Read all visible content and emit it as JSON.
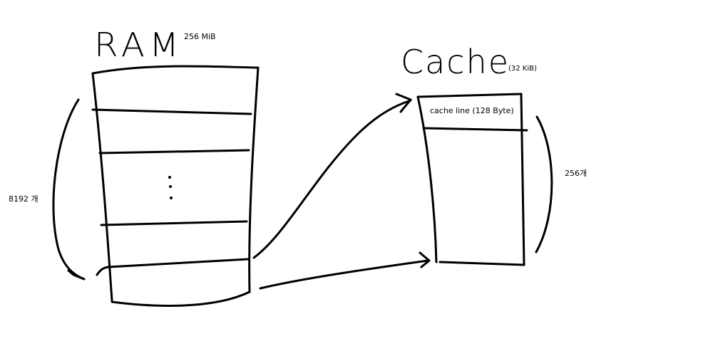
{
  "ram": {
    "title": "RAM",
    "size": "256 MiB",
    "count": "8192 개"
  },
  "cache": {
    "title": "Cache",
    "size": "(32 KiB)",
    "line_label": "cache line (128 Byte)",
    "count": "256개"
  },
  "colors": {
    "stroke": "#000000",
    "background": "#ffffff"
  }
}
